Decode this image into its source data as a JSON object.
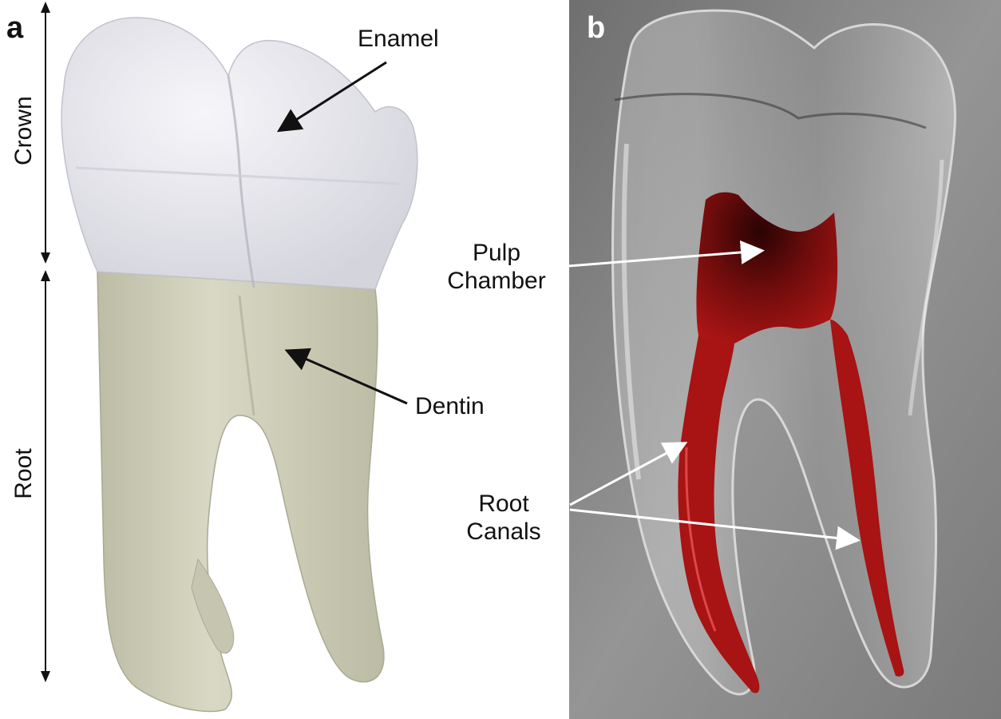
{
  "panel_a": {
    "letter": "a",
    "vertical_labels": {
      "crown": "Crown",
      "root": "Root"
    },
    "labels": {
      "enamel": "Enamel",
      "dentin": "Dentin"
    },
    "colors": {
      "enamel": "#e8e8ee",
      "dentin": "#cdcdb8"
    }
  },
  "panel_b": {
    "letter": "b",
    "labels": {
      "pulp_line1": "Pulp",
      "pulp_line2": "Chamber",
      "canals_line1": "Root",
      "canals_line2": "Canals"
    },
    "colors": {
      "background": "#8a8a8a",
      "pulp": "#8a0f0f"
    }
  }
}
